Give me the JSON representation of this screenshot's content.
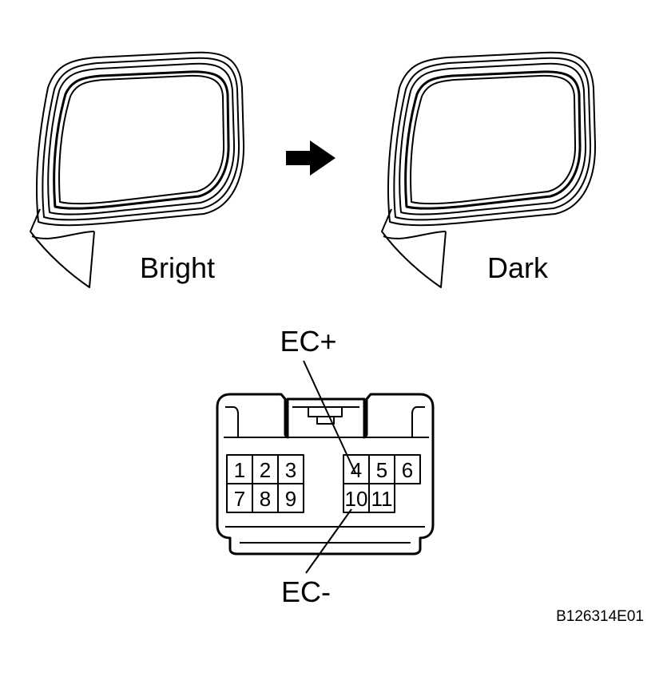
{
  "mirrors": {
    "left_label": "Bright",
    "right_label": "Dark",
    "glass_colors": {
      "bright": "#ffffff",
      "dark": "#a6a6a6"
    },
    "arrow_icon": "right-arrow-icon"
  },
  "connector": {
    "pins": [
      "1",
      "2",
      "3",
      "4",
      "5",
      "6",
      "7",
      "8",
      "9",
      "10",
      "11"
    ],
    "ec_plus": {
      "label": "EC+",
      "pin": "4"
    },
    "ec_minus": {
      "label": "EC-",
      "pin": "10"
    }
  },
  "figure_code": "B126314E01"
}
